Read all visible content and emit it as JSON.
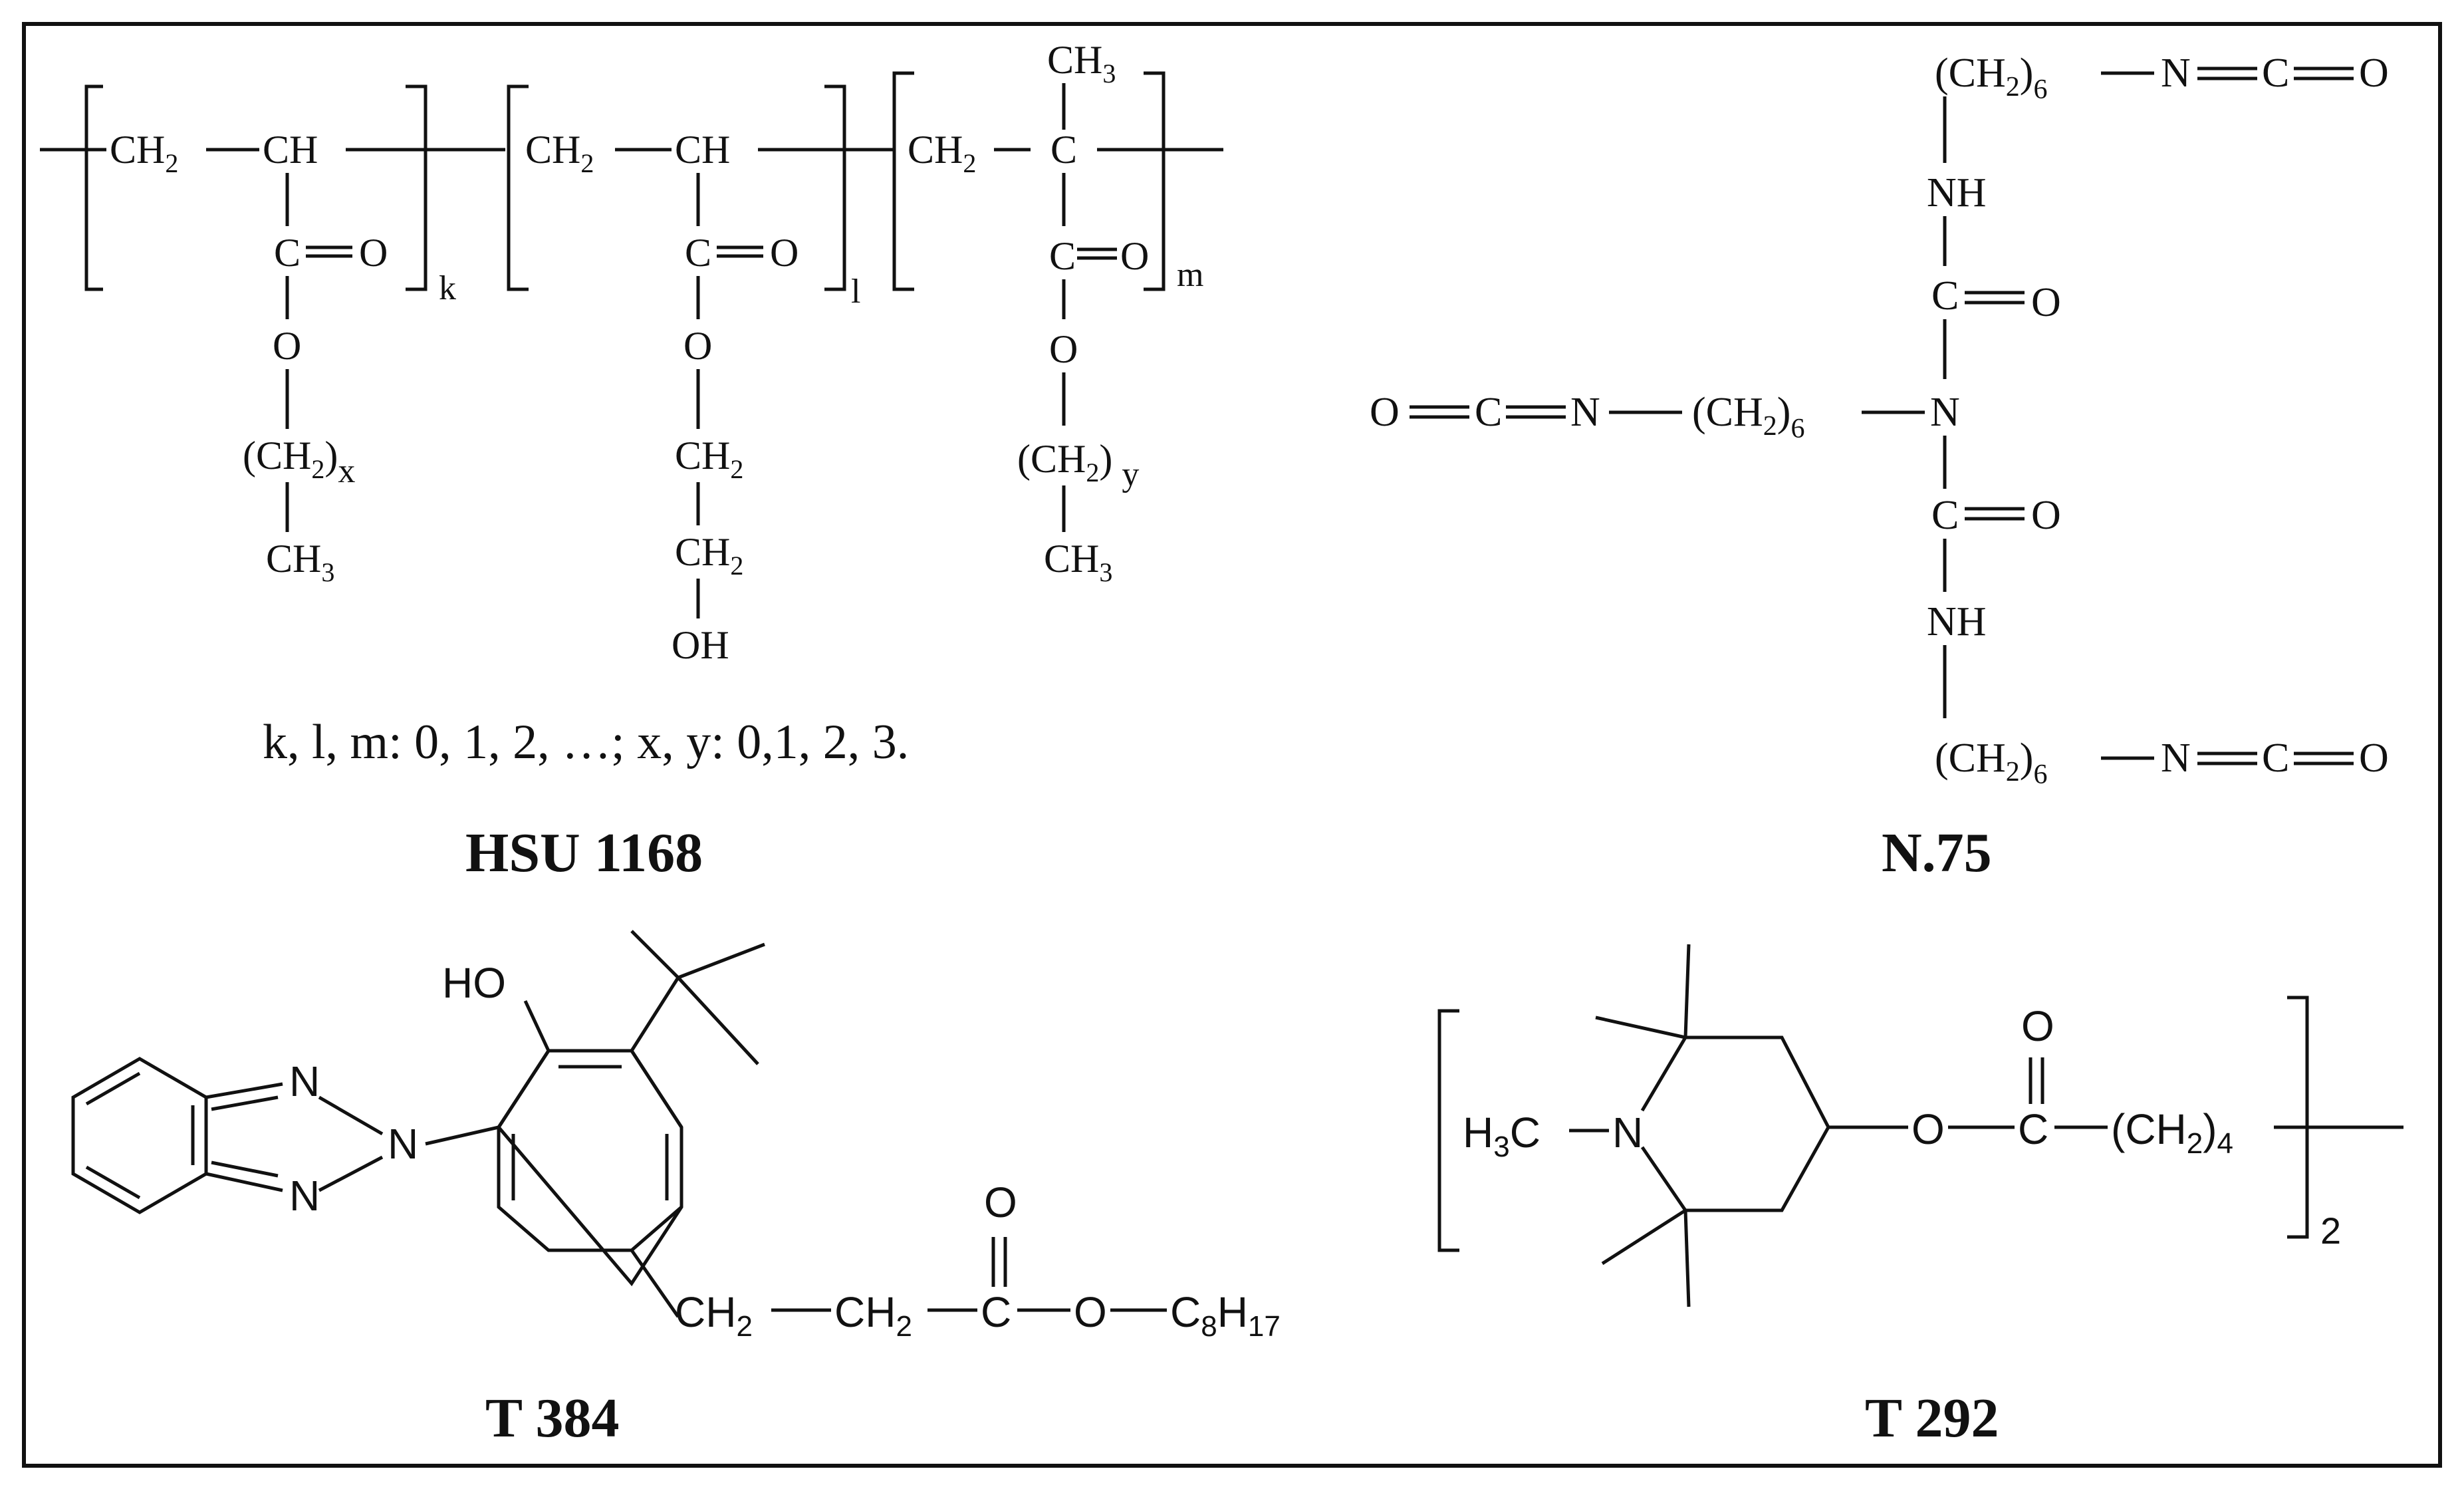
{
  "panels": {
    "hsu1168": {
      "caption": "HSU 1168",
      "condition": "k, l, m: 0, 1, 2, …; x, y: 0,1, 2, 3.",
      "labels": {
        "ch2_1": "CH",
        "ch2_1_sub": "2",
        "ch_1": "CH",
        "c_1": "C",
        "o_dbl_1": "O",
        "o_1": "O",
        "ch2x": "CH",
        "ch2x_sub": "2",
        "x": "x",
        "ch3_1": "CH",
        "ch3_1_sub": "3",
        "k": "k",
        "ch2_2": "CH",
        "ch2_2_sub": "2",
        "ch_2": "CH",
        "c_2": "C",
        "o_dbl_2": "O",
        "o_2": "O",
        "ch2_a": "CH",
        "ch2_a_sub": "2",
        "ch2_b": "CH",
        "ch2_b_sub": "2",
        "oh": "OH",
        "l": "l",
        "ch3_top": "CH",
        "ch3_top_sub": "3",
        "ch2_3": "CH",
        "ch2_3_sub": "2",
        "c_quat": "C",
        "c_3": "C",
        "o_dbl_3": "O",
        "o_3": "O",
        "ch2y": "CH",
        "ch2y_sub": "2",
        "y": "y",
        "ch3_2": "CH",
        "ch3_2_sub": "3",
        "m": "m"
      }
    },
    "n75": {
      "caption": "N.75",
      "labels": {
        "top_ch2": "(CH",
        "top_ch2_sub": "2",
        "top_ch2_close": ")",
        "top_6": "6",
        "top_n": "N",
        "top_c": "C",
        "top_o": "O",
        "nh_1": "NH",
        "c_1": "C",
        "o_1": "O",
        "left_o": "O",
        "left_c": "C",
        "left_n": "N",
        "left_ch2": "(CH",
        "left_ch2_sub": "2",
        "left_ch2_close": ")",
        "left_6": "6",
        "n_center": "N",
        "c_2": "C",
        "o_2": "O",
        "nh_2": "NH",
        "bot_ch2": "(CH",
        "bot_ch2_sub": "2",
        "bot_ch2_close": ")",
        "bot_6": "6",
        "bot_n": "N",
        "bot_c": "C",
        "bot_o": "O"
      }
    },
    "t384": {
      "caption": "T 384",
      "labels": {
        "ho": "HO",
        "n_top": "N",
        "n_mid": "N",
        "n_bot": "N",
        "ch2_1": "CH",
        "ch2_1_sub": "2",
        "ch2_2": "CH",
        "ch2_2_sub": "2",
        "c": "C",
        "o_dbl": "O",
        "o_ester": "O",
        "c8": "C",
        "c8_sub": "8",
        "h17": "H",
        "h17_sub": "17"
      }
    },
    "t292": {
      "caption": "T 292",
      "labels": {
        "h3c_h": "H",
        "h3c_sub": "3",
        "h3c_c": "C",
        "n": "N",
        "o_ester": "O",
        "c": "C",
        "o_dbl": "O",
        "ch2": "(CH",
        "ch2_sub": "2",
        "ch2_close": ")",
        "ch2_4": "4",
        "two": "2"
      }
    }
  }
}
